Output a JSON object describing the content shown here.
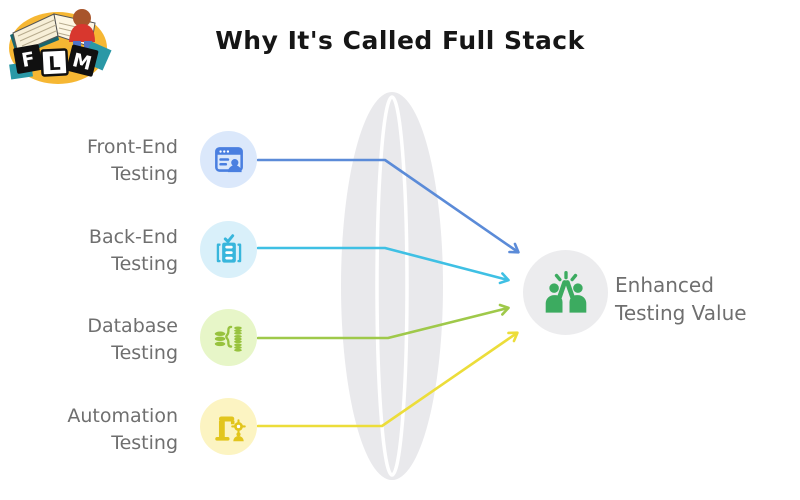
{
  "title": "Why It's Called Full Stack",
  "logo": {
    "letters": [
      "F",
      "L",
      "M"
    ]
  },
  "rows": [
    {
      "label_line1": "Front-End",
      "label_line2": "Testing",
      "icon": "browser-user-icon"
    },
    {
      "label_line1": "Back-End",
      "label_line2": "Testing",
      "icon": "server-check-icon"
    },
    {
      "label_line1": "Database",
      "label_line2": "Testing",
      "icon": "database-branch-icon"
    },
    {
      "label_line1": "Automation",
      "label_line2": "Testing",
      "icon": "robot-arm-gear-icon"
    }
  ],
  "result": {
    "label_line1": "Enhanced",
    "label_line2": "Testing Value",
    "icon": "high-five-icon"
  },
  "colors": {
    "title-text": "#161616",
    "label-text": "#6f6f6f",
    "arrow-blue": "#5b8bd8",
    "arrow-cyan": "#3fc0e4",
    "arrow-green": "#9fc94a",
    "arrow-yellow": "#ecdd3a",
    "icon-blue": "#4a7fe0",
    "icon-blue-bg": "#dbe8fb",
    "icon-cyan": "#38b6dc",
    "icon-cyan-bg": "#d9f0fa",
    "icon-green": "#97c23e",
    "icon-green-bg": "#e7f6c8",
    "icon-yellow": "#e2c51d",
    "icon-yellow-bg": "#fcf4c2",
    "result-green": "#3cab60",
    "result-bg": "#ececee",
    "lens-fill": "#e9e9ec"
  }
}
